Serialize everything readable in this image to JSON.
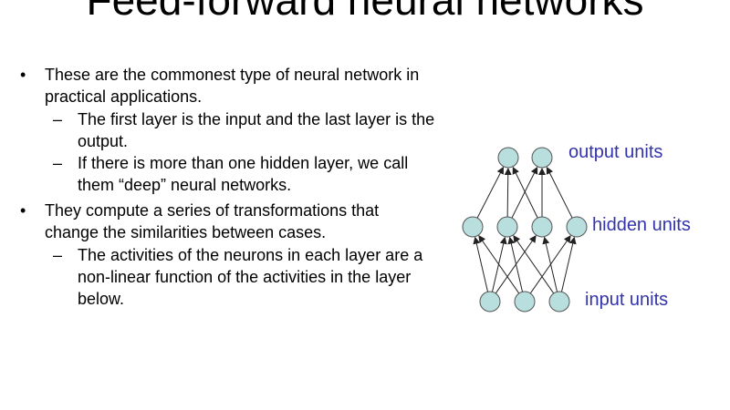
{
  "slide": {
    "title": "Feed-forward neural networks",
    "bullets": [
      {
        "text": "These are the commonest type of neural network in practical applications.",
        "subs": [
          "The first layer is the input and the last layer is the output.",
          "If there is more than one hidden layer, we call them “deep” neural networks."
        ]
      },
      {
        "text": "They compute a series of transformations that change the similarities between cases.",
        "subs": [
          "The activities of the neurons in each layer are a non-linear function of the activities in the layer below."
        ]
      }
    ]
  },
  "diagram": {
    "labels": {
      "output": "output units",
      "hidden": "hidden units",
      "input": "input units"
    },
    "layers": {
      "input": 3,
      "hidden": 4,
      "output": 2
    },
    "connections": {
      "input_to_hidden": [
        [
          0,
          0
        ],
        [
          0,
          1
        ],
        [
          0,
          2
        ],
        [
          1,
          0
        ],
        [
          1,
          1
        ],
        [
          1,
          3
        ],
        [
          2,
          2
        ],
        [
          2,
          3
        ],
        [
          2,
          1
        ]
      ],
      "hidden_to_output": [
        [
          0,
          0
        ],
        [
          1,
          0
        ],
        [
          1,
          1
        ],
        [
          2,
          0
        ],
        [
          2,
          1
        ],
        [
          3,
          1
        ]
      ]
    },
    "colors": {
      "node_fill": "#b8dede",
      "node_stroke": "#555555",
      "edge": "#222222",
      "label": "#3333aa"
    }
  }
}
